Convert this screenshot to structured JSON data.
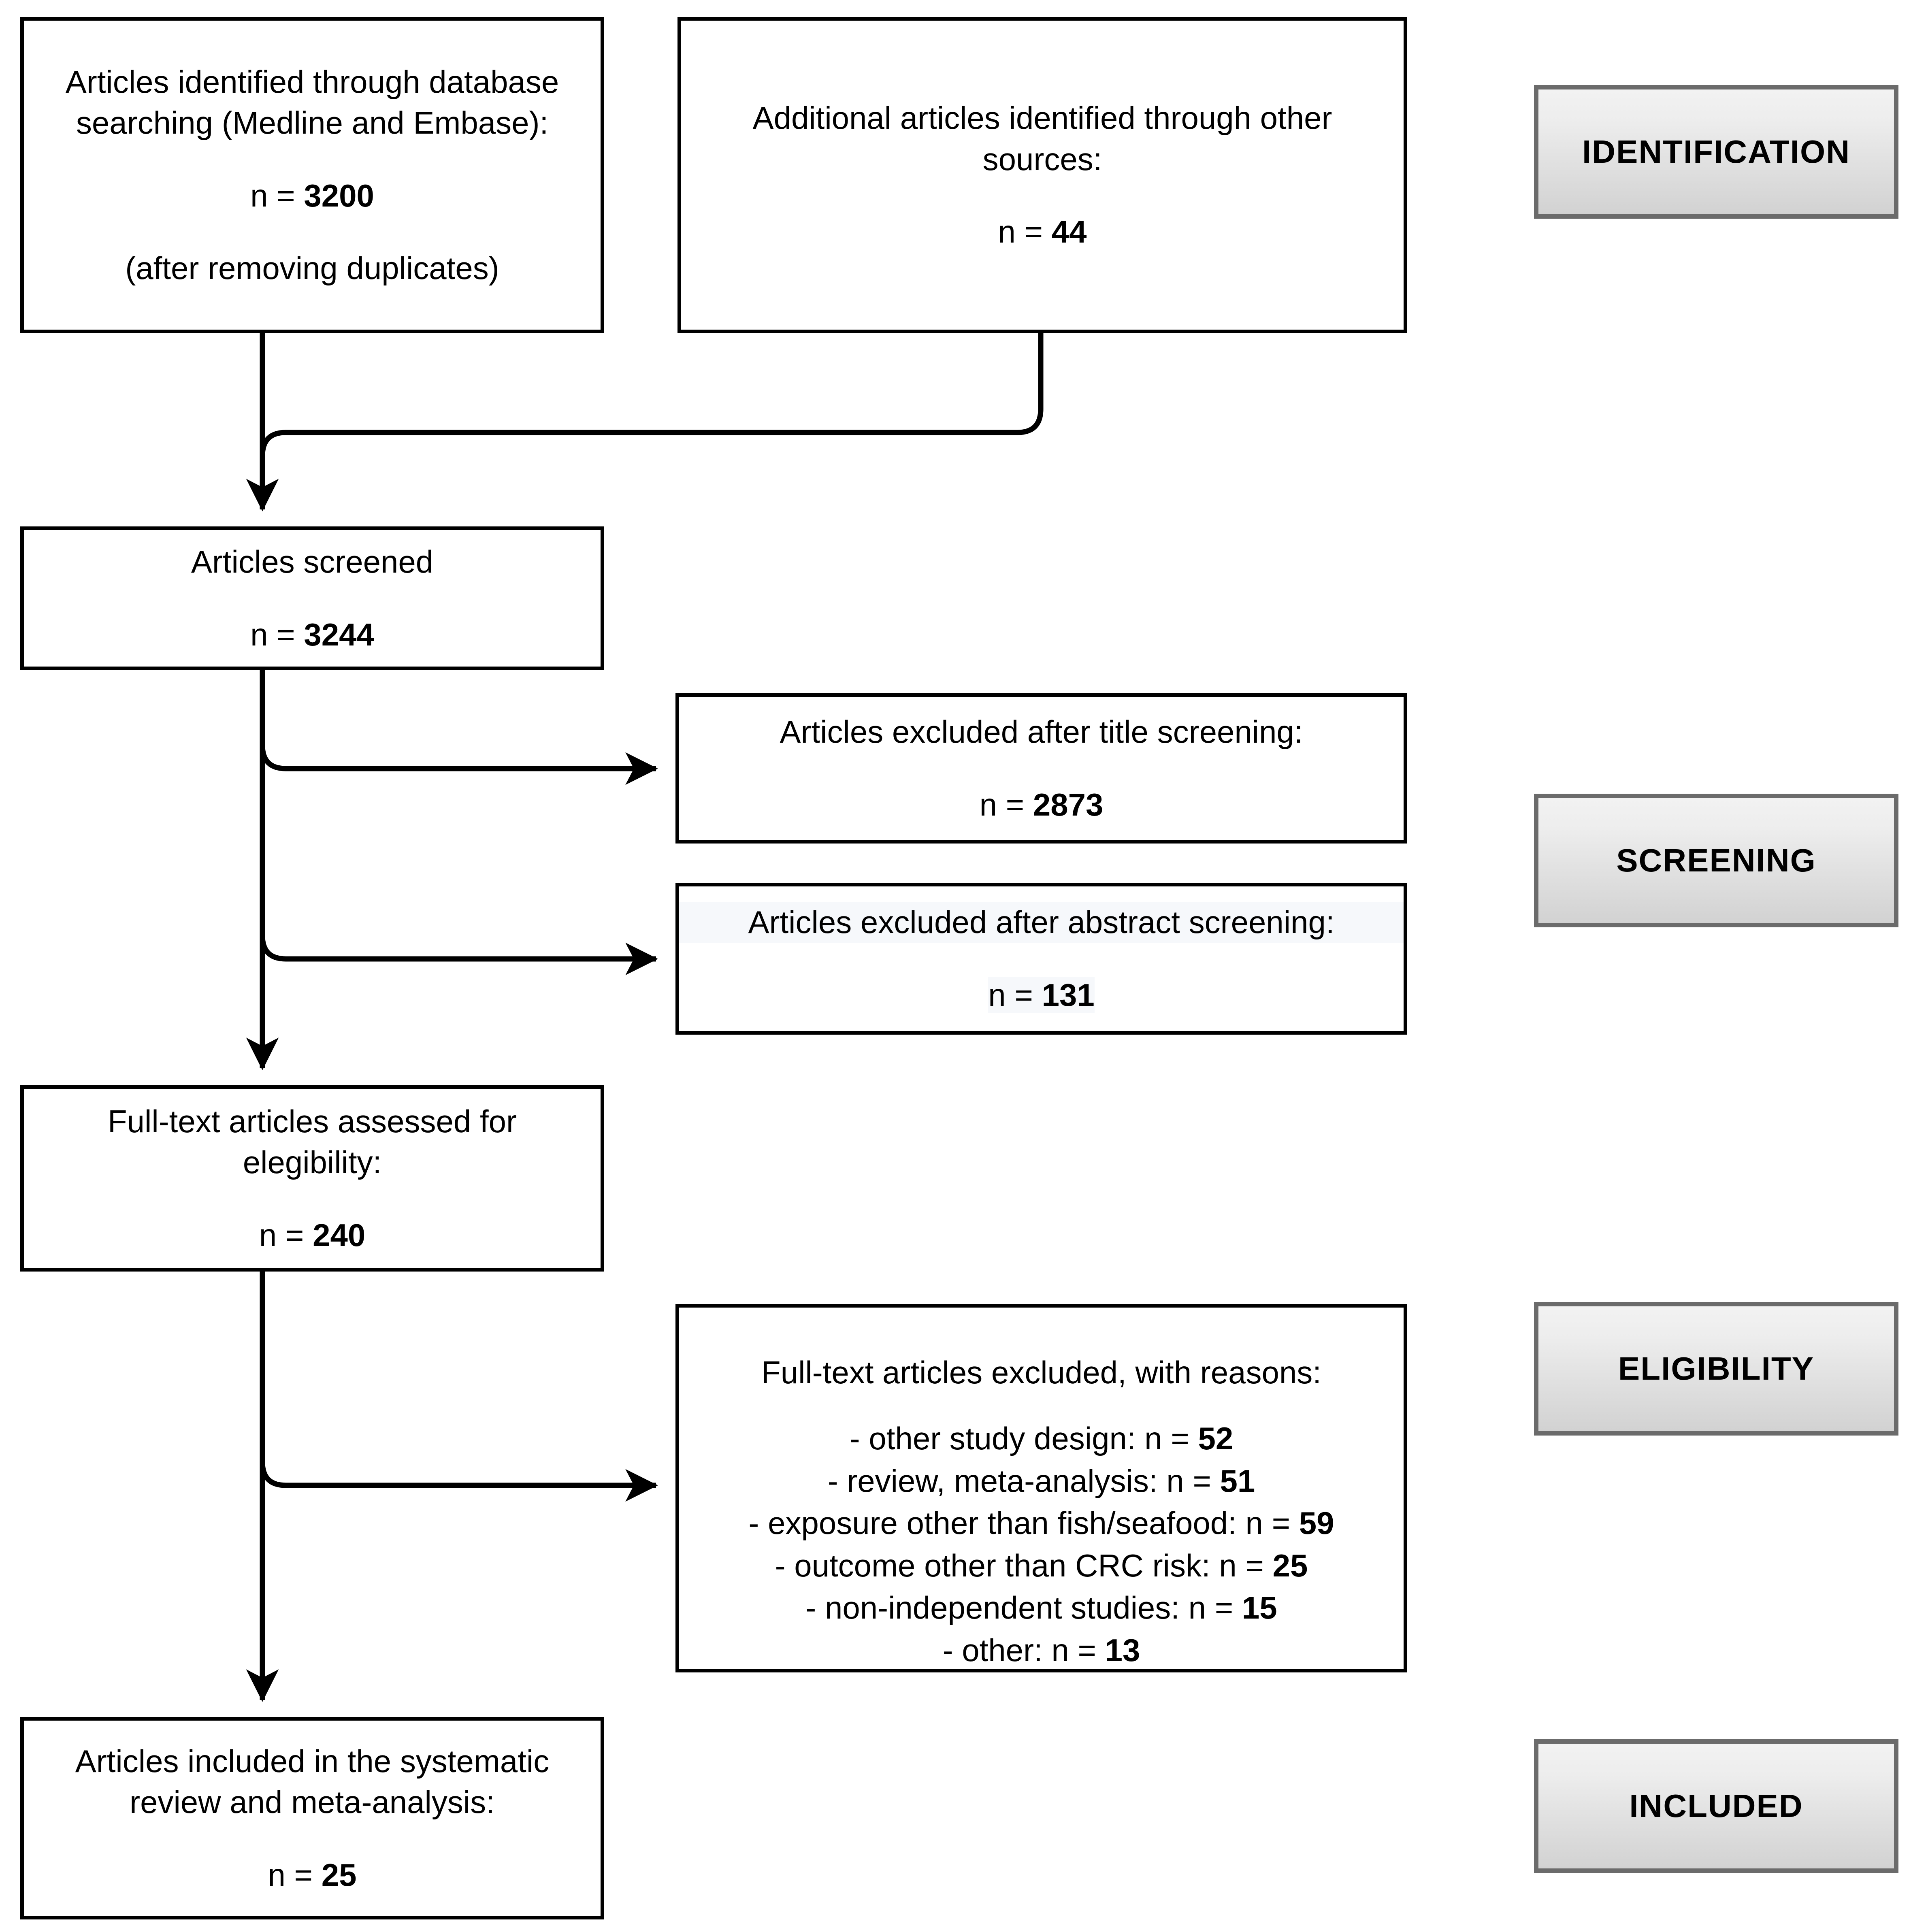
{
  "diagram": {
    "type": "prisma-flow-diagram",
    "colors": {
      "box_border": "#000000",
      "box_fill": "#ffffff",
      "stage_border": "#6b6b6b",
      "stage_fill_top": "#f2f2f2",
      "stage_fill_bottom": "#d2d2d2",
      "connector": "#000000",
      "highlight": "#f6f8fb"
    }
  },
  "boxes": {
    "database_search": {
      "line1": "Articles identified through database",
      "line2": "searching (Medline and Embase):",
      "n_prefix": "n = ",
      "n_value": "3200",
      "note": "(after removing duplicates)"
    },
    "other_sources": {
      "line1": "Additional articles identified through other",
      "line2": "sources:",
      "n_prefix": "n = ",
      "n_value": "44"
    },
    "screened": {
      "line1": "Articles screened",
      "n_prefix": "n = ",
      "n_value": "3244"
    },
    "excluded_title": {
      "line1": "Articles excluded after title screening:",
      "n_prefix": "n = ",
      "n_value": "2873"
    },
    "excluded_abstract": {
      "line1": "Articles excluded after abstract screening:",
      "n_prefix": "n = ",
      "n_value": "131"
    },
    "fulltext_assessed": {
      "line1": "Full-text articles assessed for",
      "line2": "elegibility:",
      "n_prefix": "n = ",
      "n_value": "240"
    },
    "excluded_reasons": {
      "heading": "Full-text articles excluded, with reasons:",
      "items": [
        {
          "label": "- other study design: n = ",
          "value": "52"
        },
        {
          "label": "- review, meta-analysis: n = ",
          "value": "51"
        },
        {
          "label": "- exposure other than fish/seafood: n = ",
          "value": "59"
        },
        {
          "label": "- outcome other than CRC risk: n = ",
          "value": "25"
        },
        {
          "label": "- non-independent studies: n = ",
          "value": "15"
        },
        {
          "label": "- other: n = ",
          "value": "13"
        }
      ]
    },
    "included": {
      "line1": "Articles included in the systematic",
      "line2": "review and meta-analysis:",
      "n_prefix": "n = ",
      "n_value": "25"
    }
  },
  "stages": {
    "identification": "IDENTIFICATION",
    "screening": "SCREENING",
    "eligibility": "ELIGIBILITY",
    "included": "INCLUDED"
  },
  "chart_data": {
    "type": "table",
    "title": "PRISMA study selection flow",
    "categories": [
      "Identified (database)",
      "Identified (other sources)",
      "Screened",
      "Excluded after title screening",
      "Excluded after abstract screening",
      "Full-text assessed for eligibility",
      "Full-text excluded: other study design",
      "Full-text excluded: review, meta-analysis",
      "Full-text excluded: exposure other than fish/seafood",
      "Full-text excluded: outcome other than CRC risk",
      "Full-text excluded: non-independent studies",
      "Full-text excluded: other",
      "Included in systematic review and meta-analysis"
    ],
    "values": [
      3200,
      44,
      3244,
      2873,
      131,
      240,
      52,
      51,
      59,
      25,
      15,
      13,
      25
    ]
  }
}
